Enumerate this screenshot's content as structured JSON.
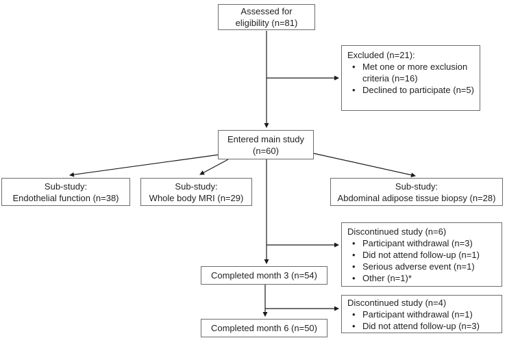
{
  "colors": {
    "border": "#6b6b6b",
    "text": "#1f1f1f",
    "line": "#1a1a1a",
    "background": "#ffffff"
  },
  "bullet_char": "•",
  "boxes": {
    "assessed": {
      "line1": "Assessed for",
      "line2": "eligibility (n=81)"
    },
    "excluded": {
      "title": "Excluded (n=21):",
      "bullets": [
        "Met one or more exclusion criteria (n=16)",
        "Declined to participate (n=5)"
      ]
    },
    "entered": {
      "line1": "Entered main study",
      "line2": "(n=60)"
    },
    "sub_endothelial": {
      "line1": "Sub-study:",
      "line2": "Endothelial function (n=38)"
    },
    "sub_mri": {
      "line1": "Sub-study:",
      "line2": "Whole body MRI (n=29)"
    },
    "sub_biopsy": {
      "line1": "Sub-study:",
      "line2": "Abdominal adipose tissue biopsy (n=28)"
    },
    "discontinued_m3": {
      "title": "Discontinued study (n=6)",
      "bullets": [
        "Participant withdrawal (n=3)",
        "Did not attend follow-up (n=1)",
        "Serious adverse event (n=1)",
        "Other (n=1)*"
      ]
    },
    "completed_m3": {
      "label": "Completed month 3 (n=54)"
    },
    "discontinued_m6": {
      "title": "Discontinued study (n=4)",
      "bullets": [
        "Participant withdrawal (n=1)",
        "Did not attend follow-up (n=3)"
      ]
    },
    "completed_m6": {
      "label": "Completed month 6 (n=50)"
    }
  }
}
